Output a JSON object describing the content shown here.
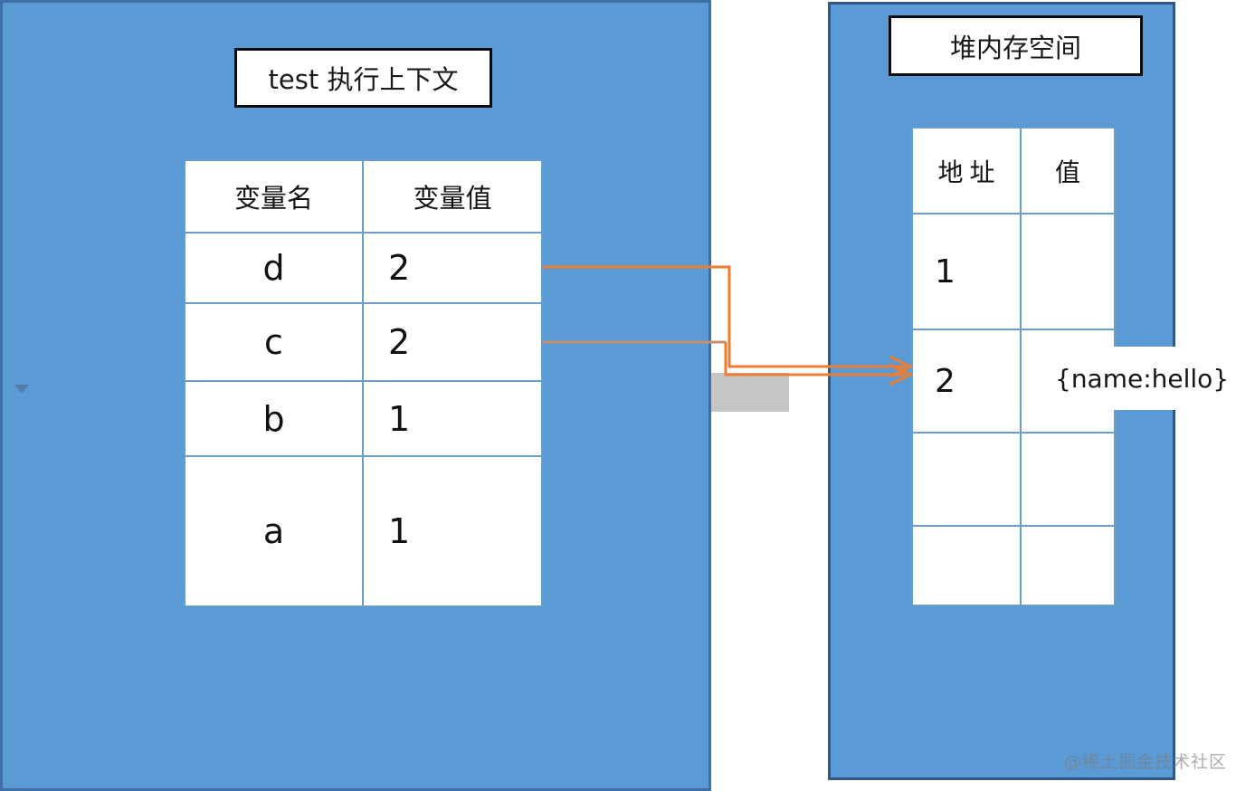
{
  "left_panel": {
    "title": "test 执行上下文",
    "table": {
      "headers": [
        "变量名",
        "变量值"
      ],
      "rows": [
        {
          "name": "d",
          "value": "2"
        },
        {
          "name": "c",
          "value": "2"
        },
        {
          "name": "b",
          "value": "1"
        },
        {
          "name": "a",
          "value": "1"
        }
      ]
    }
  },
  "right_panel": {
    "title": "堆内存空间",
    "table": {
      "headers": [
        "地 址",
        "值"
      ],
      "rows": [
        {
          "address": "1",
          "value": ""
        },
        {
          "address": "2",
          "value": "{name:hello}"
        },
        {
          "address": "",
          "value": ""
        },
        {
          "address": "",
          "value": ""
        }
      ]
    }
  },
  "watermark": "@稀土掘金技术社区",
  "colors": {
    "c-panel": "#5B9BD5",
    "c-grid": "#6B9DC9",
    "c-arrow": "#ED7D31",
    "c-arrow-muted": "#C68F6B",
    "c-gray": "#C6C6C6"
  }
}
